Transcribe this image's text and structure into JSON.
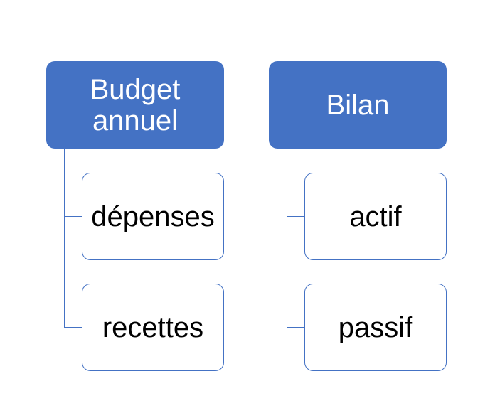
{
  "colors": {
    "header_fill": "#4472c4",
    "header_text": "#ffffff",
    "child_border": "#4472c4",
    "child_text": "#000000",
    "connector": "#4472c4"
  },
  "groups": [
    {
      "title": "Budget annuel",
      "items": [
        "dépenses",
        "recettes"
      ]
    },
    {
      "title": "Bilan",
      "items": [
        "actif",
        "passif"
      ]
    }
  ]
}
